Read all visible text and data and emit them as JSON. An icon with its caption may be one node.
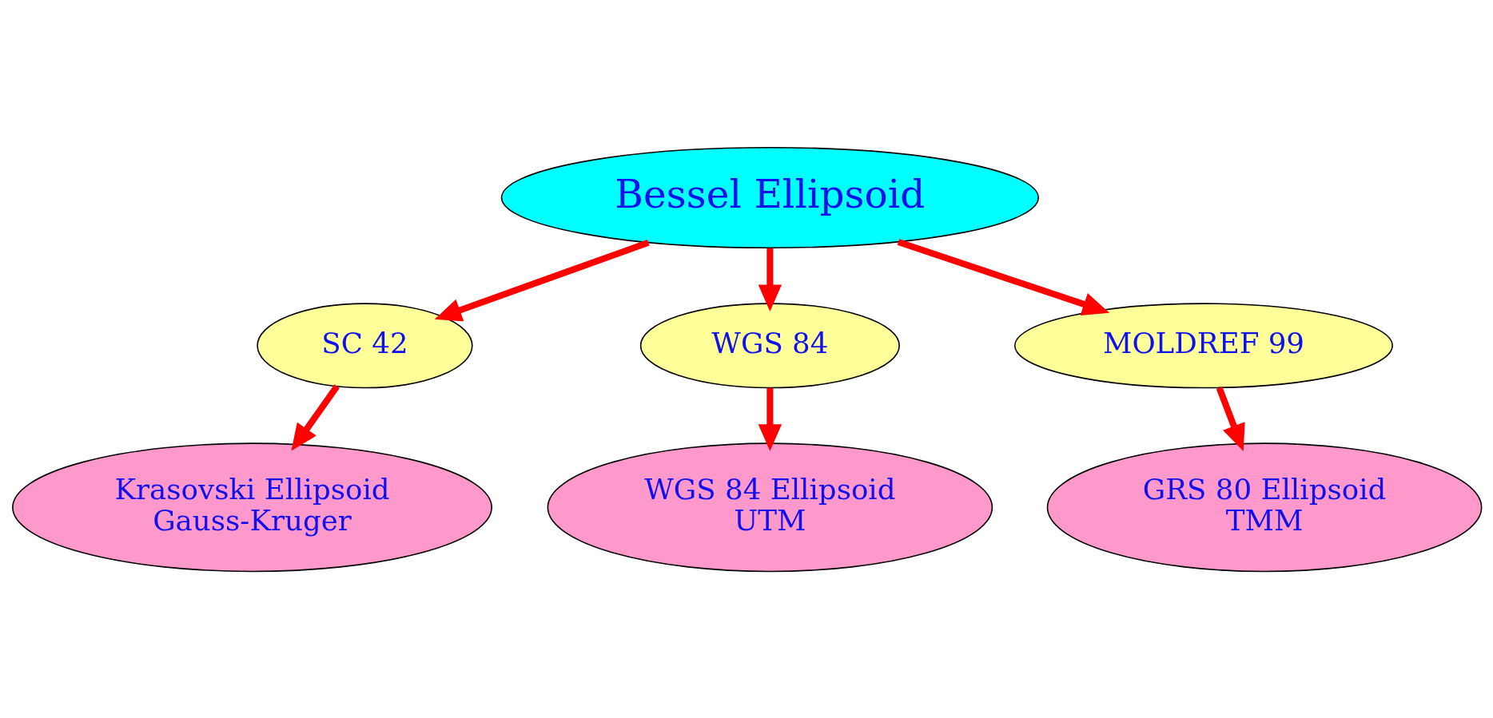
{
  "diagram": {
    "nodes": [
      {
        "text": [
          "Bessel Ellipsoid"
        ]
      },
      {
        "text": [
          "SC 42"
        ]
      },
      {
        "text": [
          "WGS 84"
        ]
      },
      {
        "text": [
          "MOLDREF 99"
        ]
      },
      {
        "text": [
          "Krasovski Ellipsoid",
          "Gauss-Kruger"
        ]
      },
      {
        "text": [
          "WGS 84 Ellipsoid",
          "UTM"
        ]
      },
      {
        "text": [
          "GRS 80 Ellipsoid",
          "TMM"
        ]
      }
    ],
    "edges": [
      {
        "from": 0,
        "to": 1,
        "arrow": "to"
      },
      {
        "from": 0,
        "to": 2,
        "arrow": "to"
      },
      {
        "from": 0,
        "to": 3,
        "arrow": "to"
      },
      {
        "from": 1,
        "to": 4,
        "arrow": "to"
      },
      {
        "from": 2,
        "to": 5,
        "arrow": "to"
      },
      {
        "from": 3,
        "to": 6,
        "arrow": "to"
      }
    ]
  }
}
